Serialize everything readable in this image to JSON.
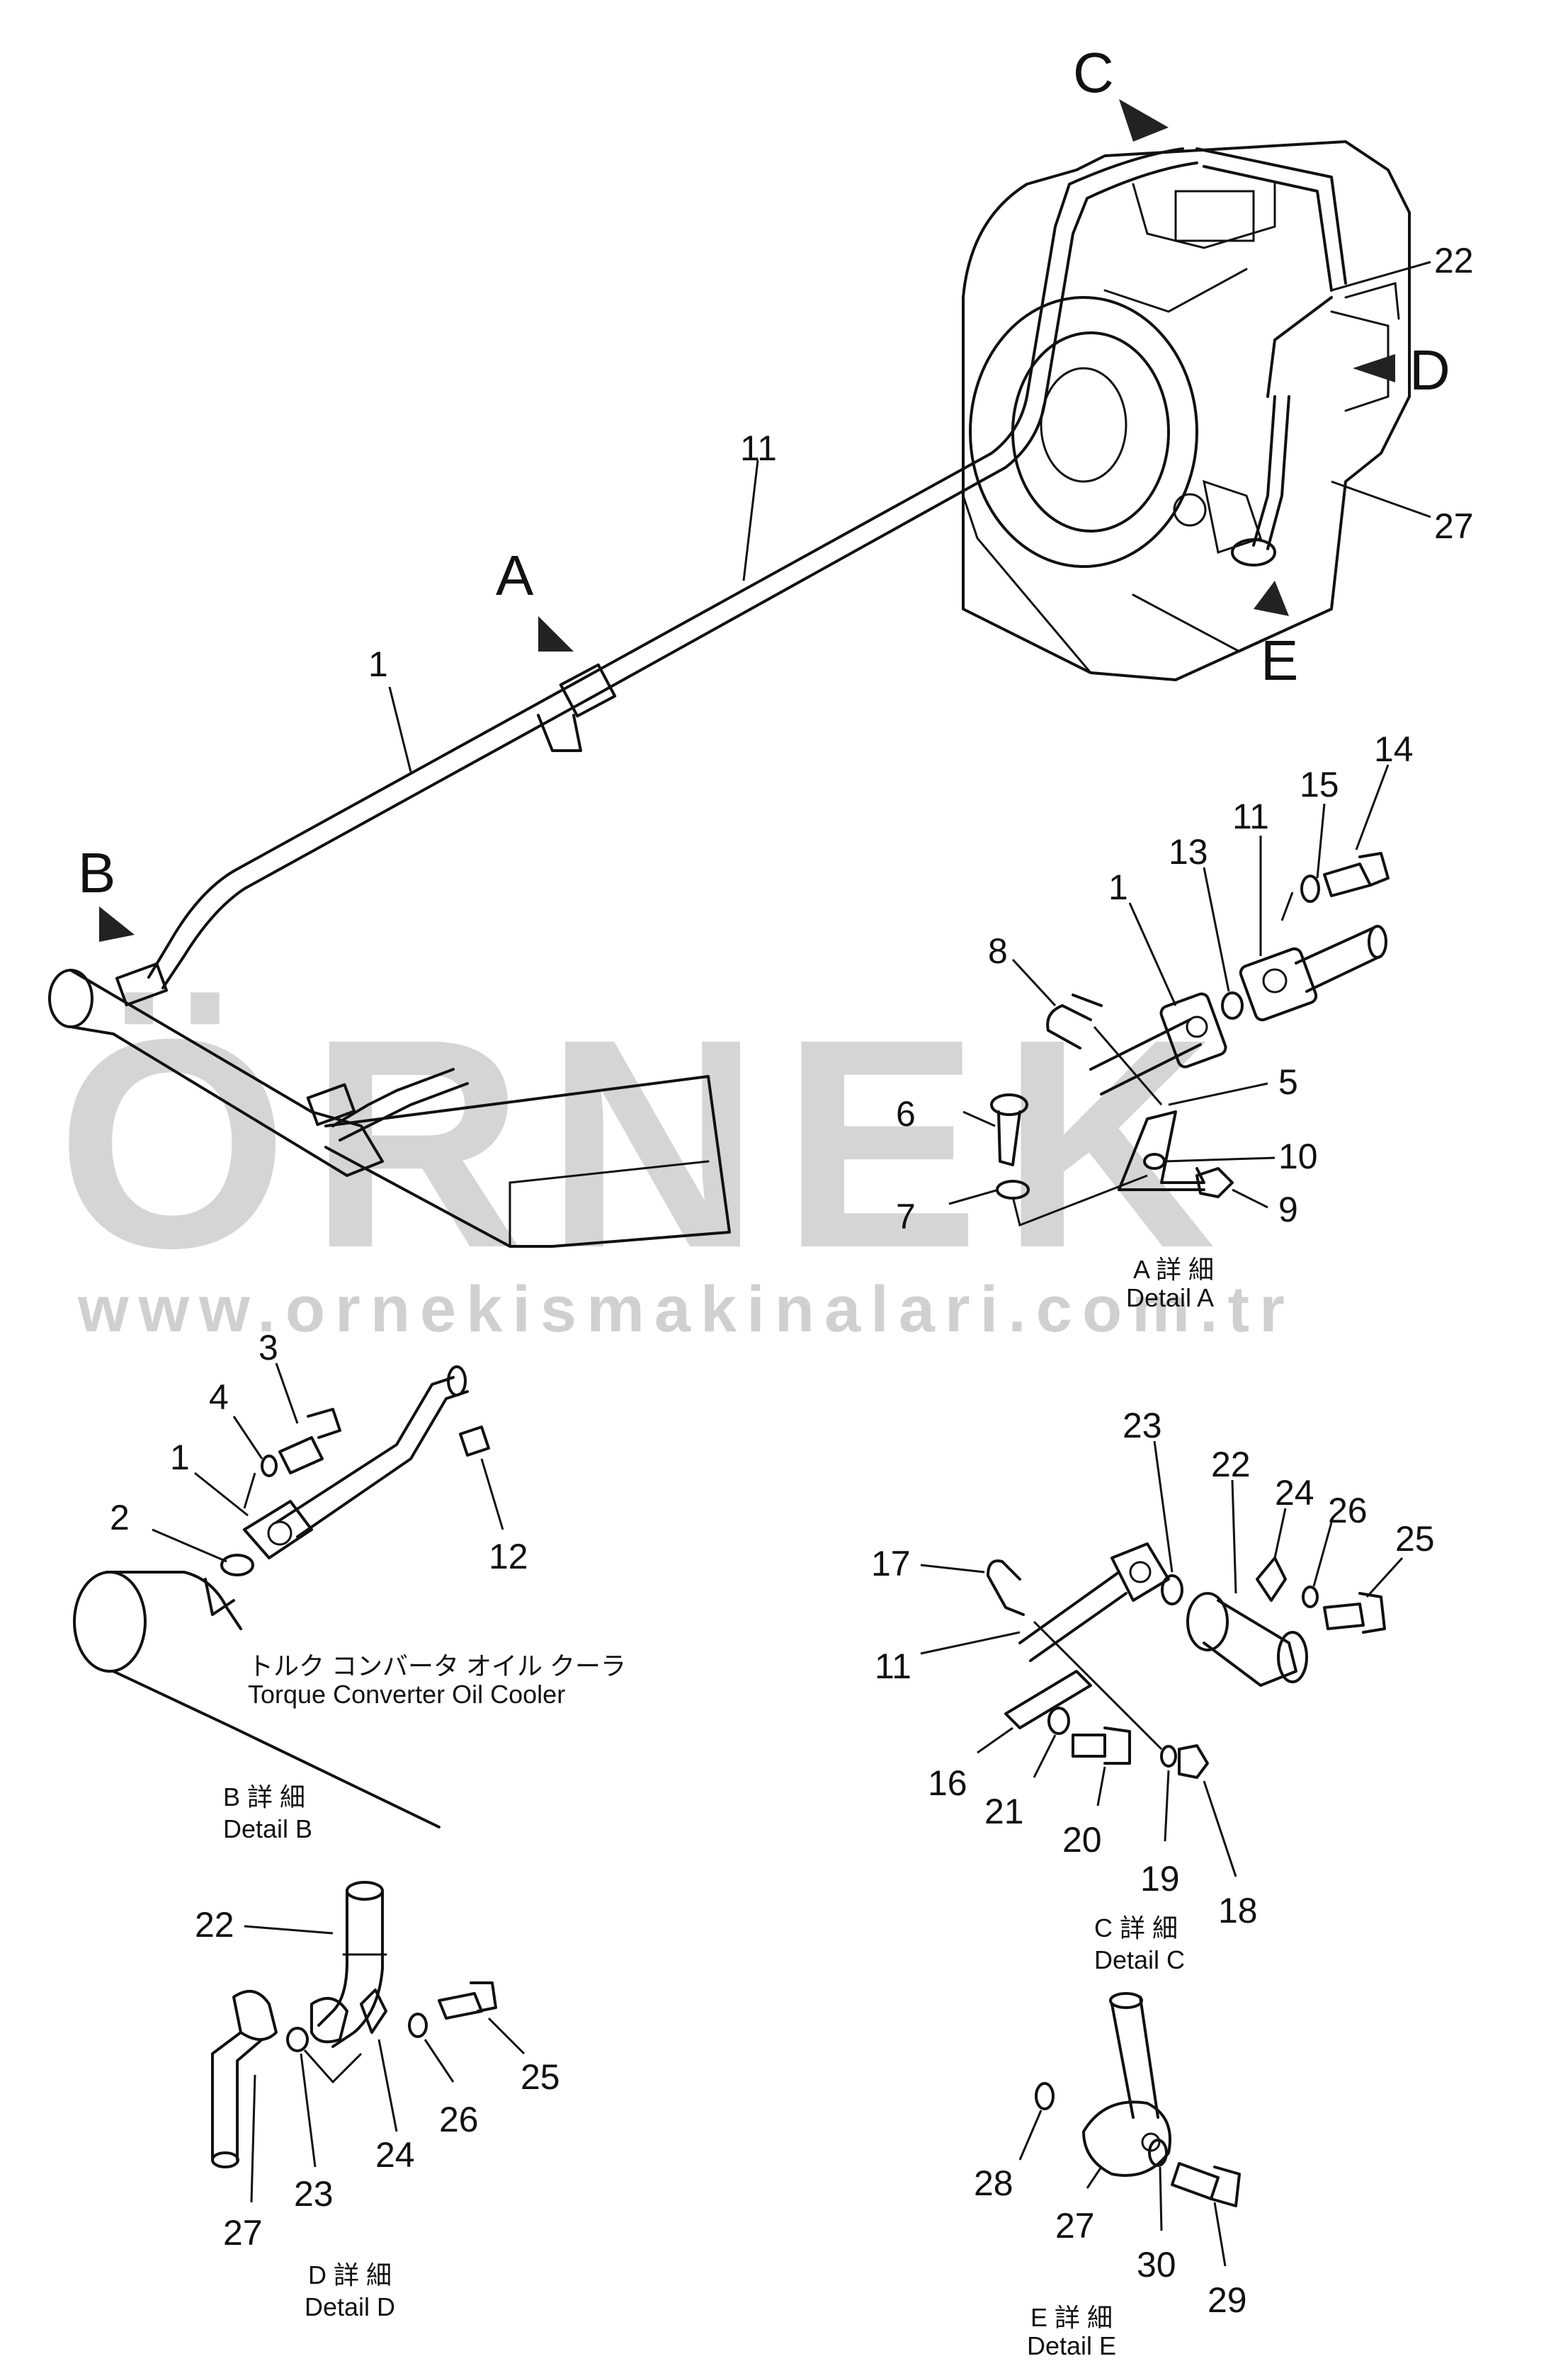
{
  "watermark": {
    "brand": "ÖRNEK",
    "url": "www.ornekismakinalari.com.tr"
  },
  "views": {
    "A": "A",
    "B": "B",
    "C": "C",
    "D": "D",
    "E": "E"
  },
  "main_parts": {
    "p1": "1",
    "p11": "11",
    "p22": "22",
    "p27": "27"
  },
  "detail_a": {
    "caption_jp": "A 詳 細",
    "caption_en": "Detail A",
    "parts": {
      "p1": "1",
      "p5": "5",
      "p6": "6",
      "p7": "7",
      "p8": "8",
      "p9": "9",
      "p10": "10",
      "p11": "11",
      "p13": "13",
      "p14": "14",
      "p15": "15"
    }
  },
  "detail_b": {
    "caption_jp": "B 詳 細",
    "caption_en": "Detail B",
    "part_name_jp": "トルク コンバータ オイル クーラ",
    "part_name_en": "Torque Converter Oil Cooler",
    "parts": {
      "p1": "1",
      "p2": "2",
      "p3": "3",
      "p4": "4",
      "p12": "12"
    }
  },
  "detail_c": {
    "caption_jp": "C 詳 細",
    "caption_en": "Detail C",
    "parts": {
      "p11": "11",
      "p16": "16",
      "p17": "17",
      "p18": "18",
      "p19": "19",
      "p20": "20",
      "p21": "21",
      "p22": "22",
      "p23": "23",
      "p24": "24",
      "p25": "25",
      "p26": "26"
    }
  },
  "detail_d": {
    "caption_jp": "D 詳 細",
    "caption_en": "Detail D",
    "parts": {
      "p22": "22",
      "p23": "23",
      "p24": "24",
      "p25": "25",
      "p26": "26",
      "p27": "27"
    }
  },
  "detail_e": {
    "caption_jp": "E 詳 細",
    "caption_en": "Detail E",
    "parts": {
      "p27": "27",
      "p28": "28",
      "p29": "29",
      "p30": "30"
    }
  }
}
